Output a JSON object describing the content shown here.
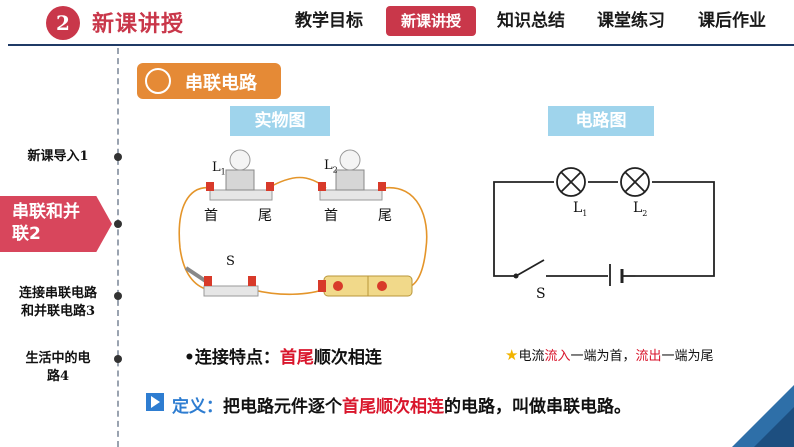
{
  "header": {
    "section_number": "2",
    "section_title": "新课讲授",
    "nav": [
      "教学目标",
      "新课讲授",
      "知识总结",
      "课堂练习",
      "课后作业"
    ],
    "active_nav": "新课讲授"
  },
  "sidebar": {
    "items": [
      {
        "label": "新课导入1"
      },
      {
        "label": "串联和并联2"
      },
      {
        "label": "连接串联电路和并联电路3"
      },
      {
        "label": "生活中的电路4"
      }
    ],
    "active_lines": [
      "串联和并",
      "联2"
    ],
    "item3_lines": [
      "连接串联电路",
      "和并联电路3"
    ],
    "item4_lines": [
      "生活中的电",
      "路4"
    ]
  },
  "main": {
    "topic": "串联电路",
    "physical_label": "实物图",
    "schematic_label": "电路图",
    "physical": {
      "lamp1": "L",
      "lamp1_sub": "1",
      "lamp2": "L",
      "lamp2_sub": "2",
      "head": "首",
      "tail": "尾",
      "switch": "S",
      "battery_mark": "⊕"
    },
    "schematic": {
      "lamp1": "L",
      "lamp1_sub": "1",
      "lamp2": "L",
      "lamp2_sub": "2",
      "switch": "S"
    },
    "feature": {
      "prefix": "•连接特点：",
      "highlight": "首尾",
      "suffix": "顺次相连"
    },
    "note": {
      "star": "★",
      "t1": "电流",
      "h1": "流入",
      "t2": "一端为首，",
      "h2": "流出",
      "t3": "一端为尾"
    },
    "definition": {
      "lead": "定义：",
      "t1": "把电路元件逐个",
      "highlight": "首尾顺次相连",
      "t2": "的电路，叫做串联电路。"
    }
  },
  "colors": {
    "accent_red": "#c9374a",
    "orange": "#e58a36",
    "label_blue": "#9fd4ec",
    "highlight_red": "#d9162c",
    "definition_blue": "#2e7dd1",
    "wire_orange": "#e4952a"
  }
}
